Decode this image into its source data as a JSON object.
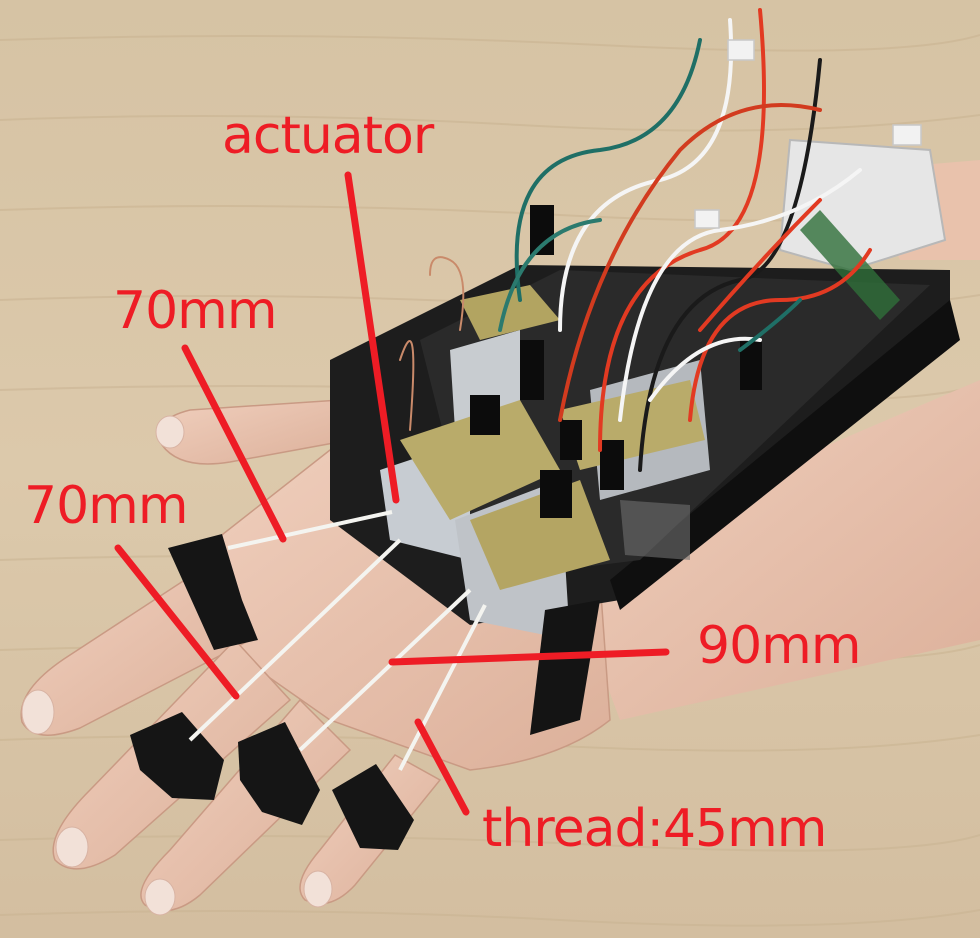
{
  "labels": {
    "actuator": "actuator",
    "index_length": "70mm",
    "middle_length": "70mm",
    "ring_length": "90mm",
    "thread_length": "thread:45mm"
  },
  "colors": {
    "annotation": "#ee1c25",
    "table": "#d9c6a8",
    "skin": "#e7c2ad",
    "device_case": "#1c1c1c",
    "pcb": "#b9ab6a",
    "thread": "#f4f4f0"
  }
}
